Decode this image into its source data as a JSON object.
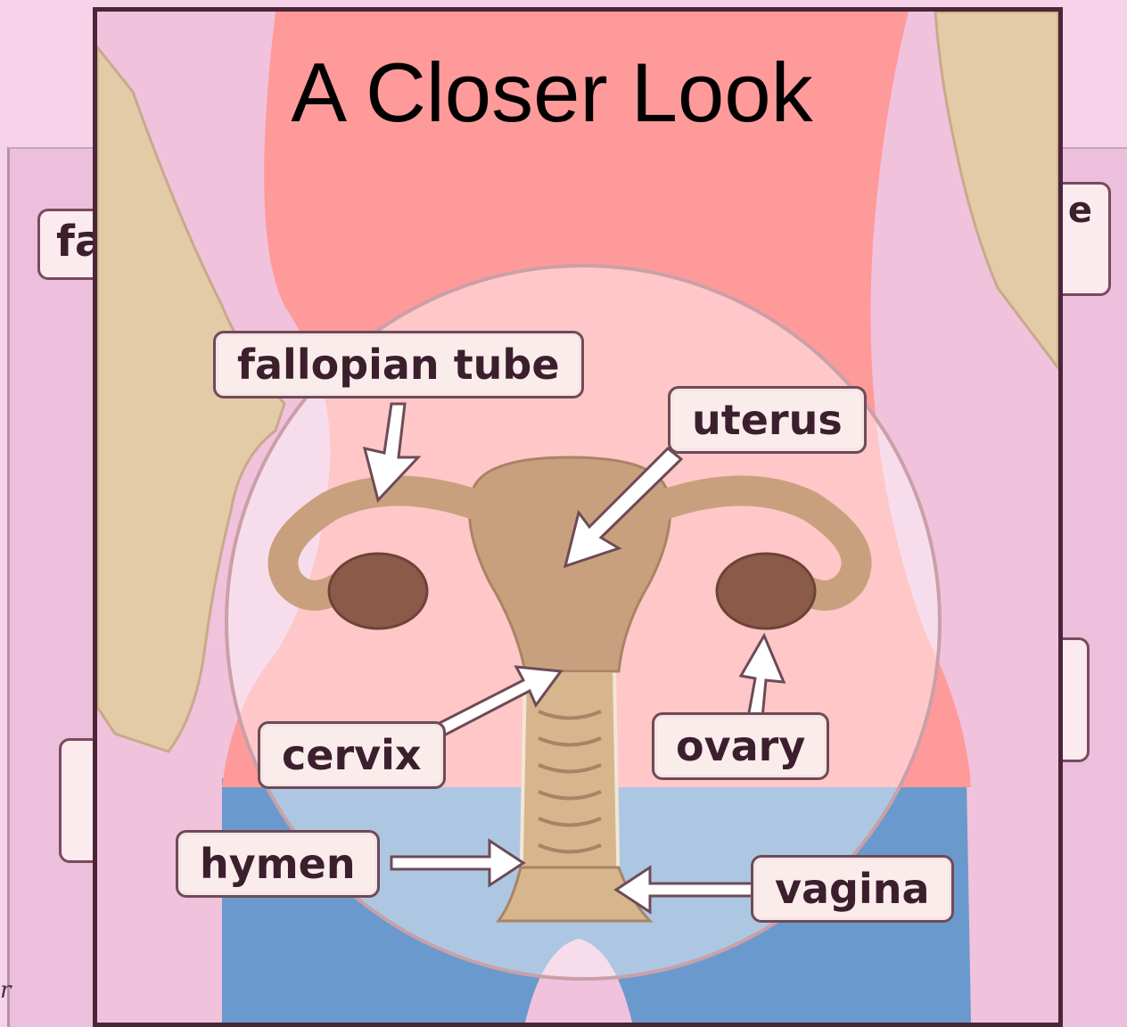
{
  "slide": {
    "title": "A Closer Look"
  },
  "labels": {
    "fallopian_tube": "fallopian tube",
    "uterus": "uterus",
    "cervix": "cervix",
    "ovary": "ovary",
    "hymen": "hymen",
    "vagina": "vagina"
  },
  "background_slide": {
    "left_label_fragment": "fa",
    "right_label_fragment": "e"
  },
  "colors": {
    "background_pink": "#f7d3ea",
    "shirt": "#ff9a9a",
    "jeans": "#6a9acd",
    "skin": "#e3cba8",
    "organ": "#c8a07d",
    "ovary": "#8c5a48",
    "label_border": "#6d4b57"
  }
}
